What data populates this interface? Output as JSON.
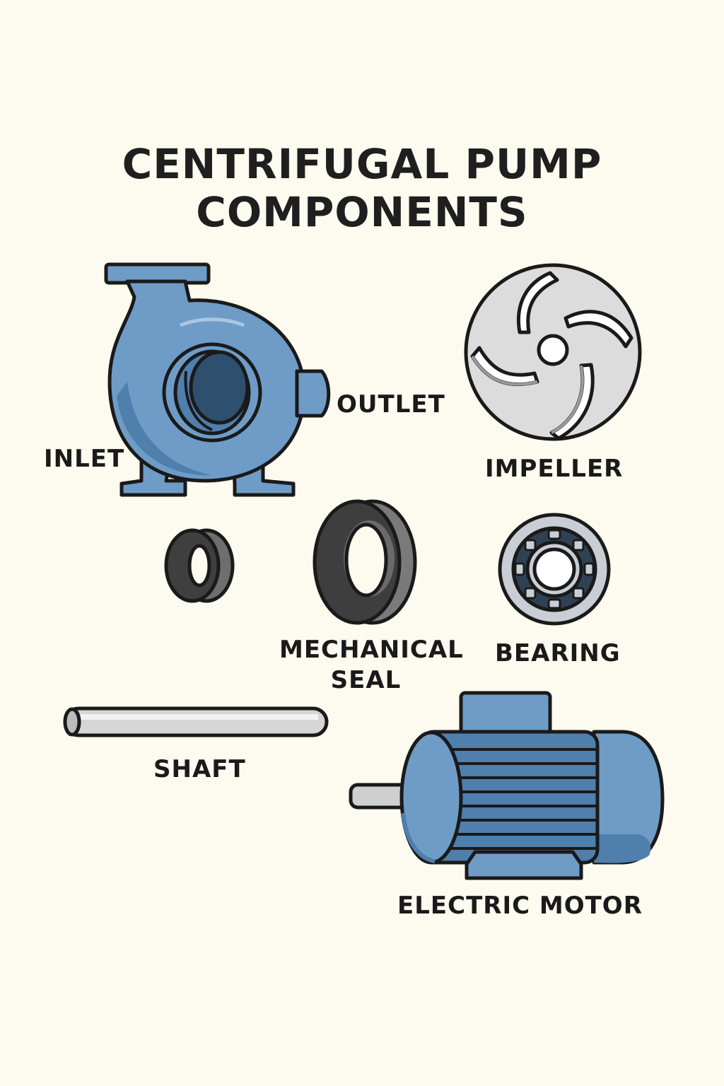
{
  "title": {
    "line1": "CENTRIFUGAL PUMP",
    "line2": "COMPONENTS"
  },
  "labels": {
    "inlet": "INLET",
    "outlet": "OUTLET",
    "impeller": "IMPELLER",
    "mechanical_seal_line1": "MECHANICAL",
    "mechanical_seal_line2": "SEAL",
    "bearing": "BEARING",
    "shaft": "SHAFT",
    "electric_motor": "ELECTRIC MOTOR"
  },
  "colors": {
    "background": "#fdfbef",
    "pump_blue": "#6e9cc7",
    "pump_dark": "#4f7fac",
    "metal_light": "#dcdcdc",
    "seal_dark": "#4a4a4a",
    "outline": "#1a1a1a"
  },
  "icons": [
    "pump-casing-icon",
    "impeller-icon",
    "small-seal-ring-icon",
    "mechanical-seal-icon",
    "bearing-icon",
    "shaft-icon",
    "electric-motor-icon"
  ]
}
